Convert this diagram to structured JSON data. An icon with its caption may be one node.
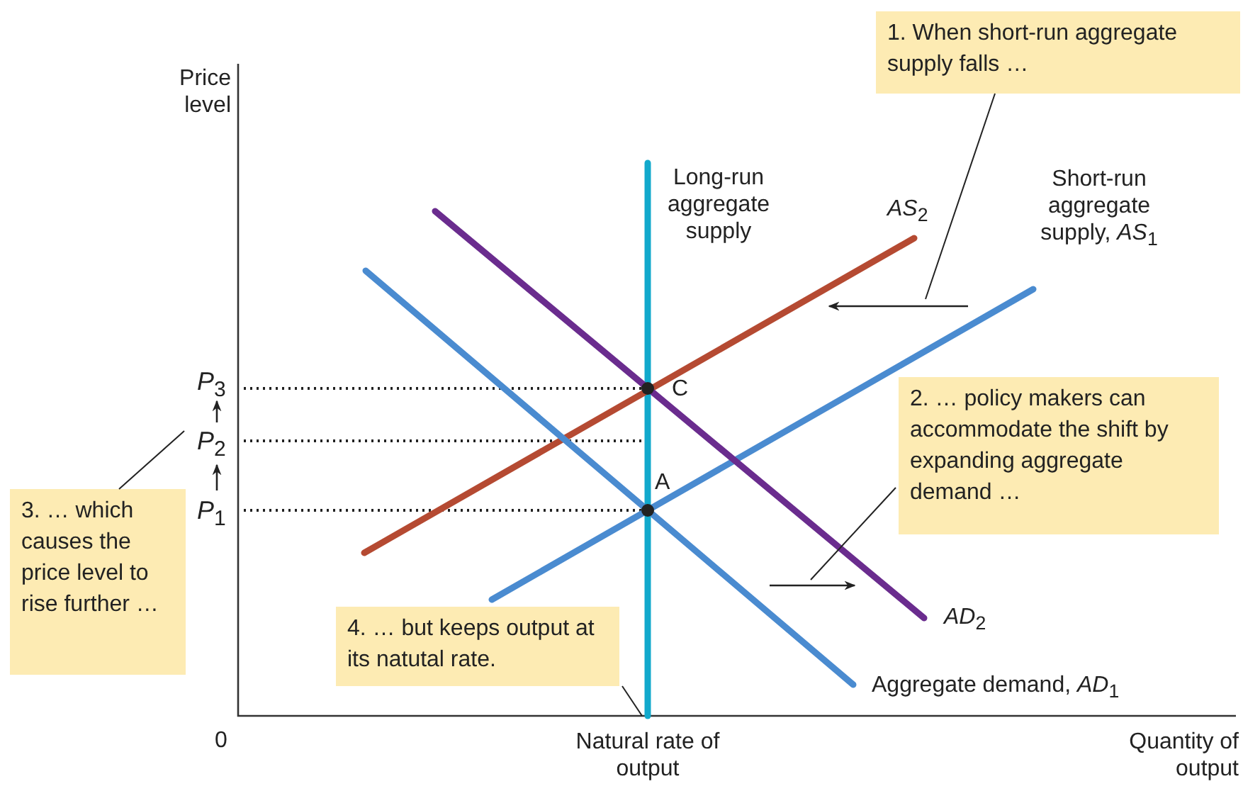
{
  "diagram": {
    "nodes": [
      {
        "text": [
          "1. When short-run aggregate supply falls …"
        ]
      },
      {
        "text": [],
        "shape": "arrow"
      },
      {
        "text": [
          "2. … policy makers can accommodate the shift by expanding aggregate demand …"
        ]
      },
      {
        "text": [],
        "shape": "arrow"
      },
      {
        "text": [
          "3. … which causes the price level to rise further …"
        ]
      },
      {
        "text": [
          "4. … but keeps output at its natutal rate."
        ]
      }
    ],
    "edges": [
      {
        "from": 0,
        "to": 1,
        "arrow": "none"
      },
      {
        "from": 2,
        "to": 3,
        "arrow": "none"
      },
      {
        "from": 4,
        "to": null,
        "arrow": "none"
      },
      {
        "from": 5,
        "to": null,
        "arrow": "none"
      }
    ],
    "labels": [
      "Price level",
      "Long-run aggregate supply",
      "*AS*$_{2}$",
      "Short-run aggregate supply, *AS*$_{1}$",
      "*P*$_{3}$",
      "C",
      "*P*$_{2}$",
      "A",
      "*P*$_{1}$",
      "*AD*$_{2}$",
      "Aggregate demand, *AD*$_{1}$",
      "0",
      "Natural rate of output",
      "Quantity of output"
    ]
  }
}
